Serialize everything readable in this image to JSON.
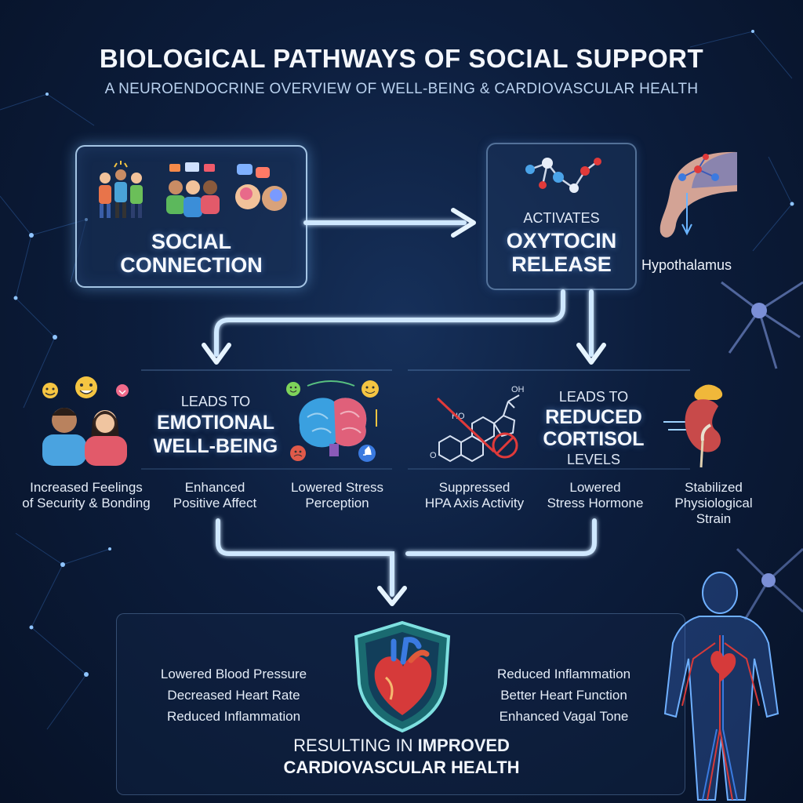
{
  "header": {
    "title": "BIOLOGICAL PATHWAYS OF SOCIAL SUPPORT",
    "subtitle": "A NEUROENDOCRINE OVERVIEW OF WELL-BEING & CARDIOVASCULAR HEALTH"
  },
  "social": {
    "line1": "SOCIAL",
    "line2": "CONNECTION"
  },
  "oxytocin": {
    "pre": "ACTIVATES",
    "line1": "OXYTOCIN",
    "line2": "RELEASE",
    "side_label": "Hypothalamus"
  },
  "emotional": {
    "pre": "LEADS TO",
    "line1": "EMOTIONAL",
    "line2": "WELL-BEING"
  },
  "cortisol": {
    "pre": "LEADS TO",
    "line1": "REDUCED",
    "line2": "CORTISOL",
    "line3": "LEVELS",
    "molecule_oh": "OH",
    "molecule_ho": "HO",
    "molecule_o": "O"
  },
  "effects": [
    {
      "l1": "Increased Feelings",
      "l2": "of Security & Bonding"
    },
    {
      "l1": "Enhanced",
      "l2": "Positive Affect"
    },
    {
      "l1": "Lowered Stress",
      "l2": "Perception"
    },
    {
      "l1": "Suppressed",
      "l2": "HPA Axis Activity"
    },
    {
      "l1": "Lowered",
      "l2": "Stress Hormone"
    },
    {
      "l1": "Stabilized",
      "l2": "Physiological",
      "l3": "Strain"
    }
  ],
  "outcomes": {
    "left": [
      "Lowered Blood Pressure",
      "Decreased Heart Rate",
      "Reduced Inflammation"
    ],
    "right": [
      "Reduced Inflammation",
      "Better Heart Function",
      "Enhanced Vagal Tone"
    ]
  },
  "result": {
    "prefix": "RESULTING IN",
    "emph": "IMPROVED",
    "line2": "CARDIOVASCULAR HEALTH"
  },
  "colors": {
    "accent": "#9fd3ff",
    "heart": "#d63a3a",
    "background": "#0c1d3c"
  }
}
